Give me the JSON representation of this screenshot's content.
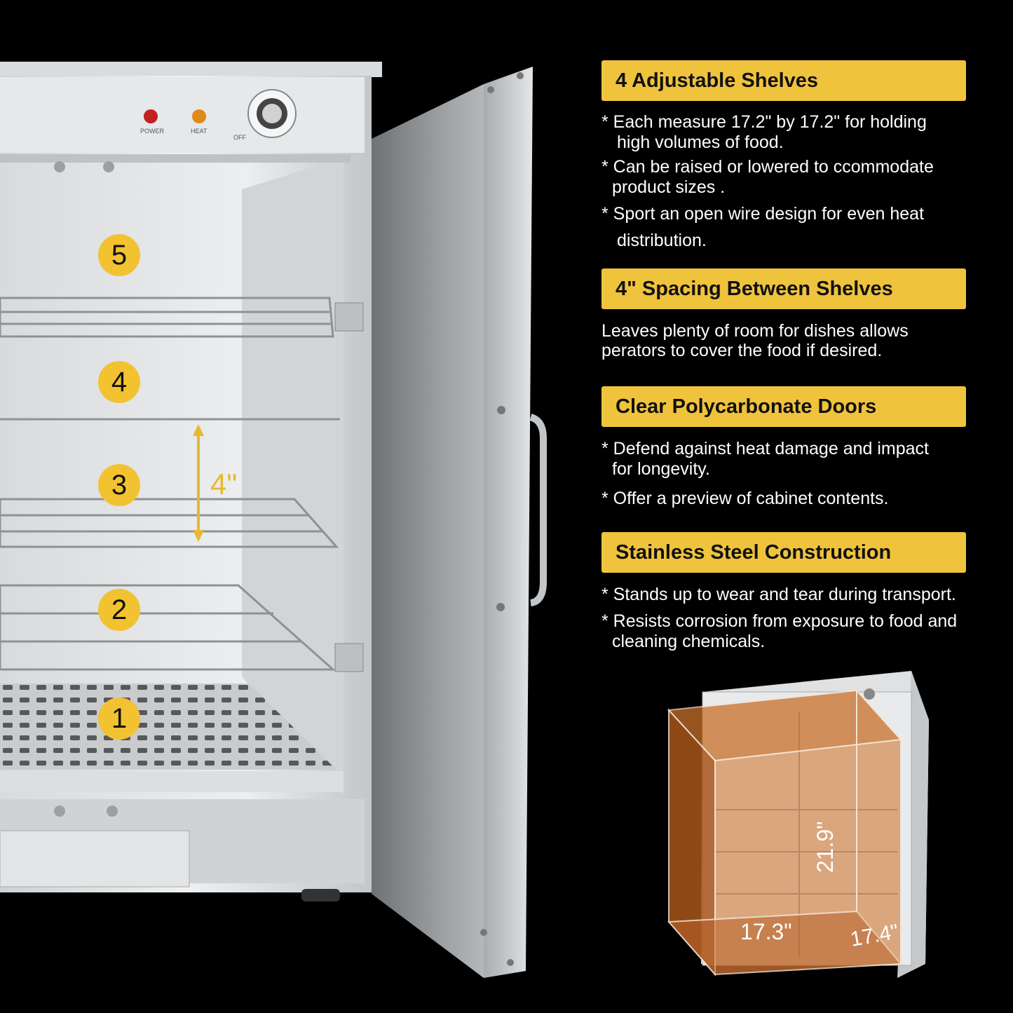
{
  "sections": [
    {
      "title": "4 Adjustable Shelves",
      "lines": [
        "* Each measure 17.2\" by 17.2\" for holding",
        "high volumes of food.",
        "* Can be raised or lowered to ccommodate",
        "product sizes .",
        "* Sport an open wire design for even heat",
        "distribution."
      ]
    },
    {
      "title": "4\" Spacing Between Shelves",
      "lines": [
        "Leaves plenty of room for dishes allows",
        "perators to cover the food if desired."
      ]
    },
    {
      "title": "Clear Polycarbonate Doors",
      "lines": [
        "* Defend against heat damage and impact",
        "for longevity.",
        "* Offer a preview of cabinet contents."
      ]
    },
    {
      "title": "Stainless Steel Construction",
      "lines": [
        "* Stands up to wear and tear during transport.",
        "* Resists corrosion from exposure to food and",
        "cleaning chemicals."
      ]
    }
  ],
  "shelf_numbers": [
    "5",
    "4",
    "3",
    "2",
    "1"
  ],
  "spacing_label": "4\"",
  "control_labels": {
    "power": "POWER",
    "heat": "HEAT",
    "off": "OFF"
  },
  "dimensions": {
    "height": "21.9\"",
    "width": "17.3\"",
    "depth": "17.4\""
  },
  "colors": {
    "accent": "#f0c33c",
    "background": "#000000",
    "dimension_box": "#c8702a"
  }
}
